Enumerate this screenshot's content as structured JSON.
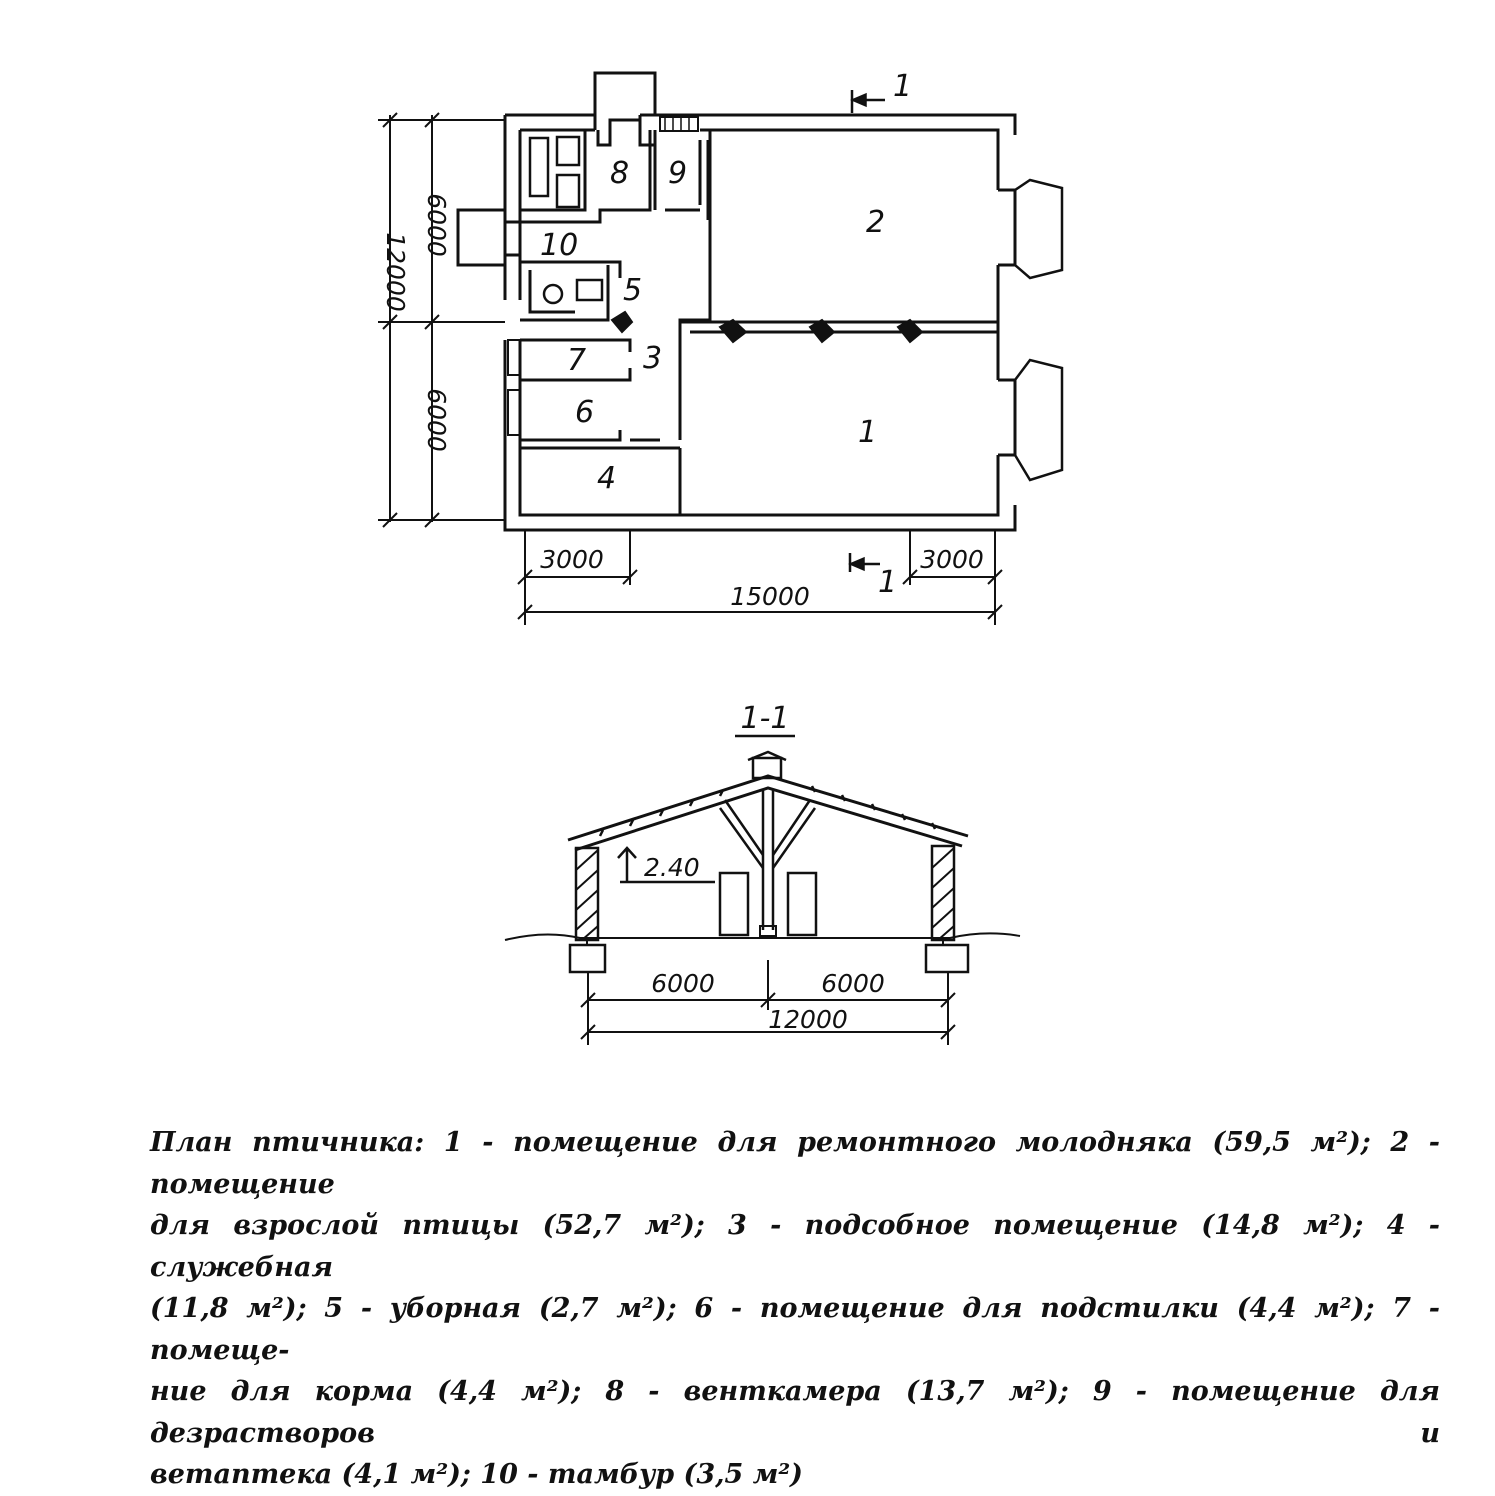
{
  "plan": {
    "dims": {
      "total_height": "12000",
      "upper_half": "6000",
      "lower_half": "6000",
      "total_width": "15000",
      "left_bay": "3000",
      "right_bay": "3000"
    },
    "section_mark": "1",
    "rooms": [
      "1",
      "2",
      "3",
      "4",
      "5",
      "6",
      "7",
      "8",
      "9",
      "10"
    ]
  },
  "section": {
    "title": "1-1",
    "height_mark": "2.40",
    "dims": {
      "left_span": "6000",
      "right_span": "6000",
      "total_span": "12000"
    }
  },
  "caption": {
    "lines": [
      "План птичника: 1 - помещение для ремонтного молодняка (59,5 м²); 2 - помещение",
      "для взрослой птицы (52,7 м²); 3 - подсобное помещение (14,8 м²); 4 - служебная",
      "(11,8 м²); 5 - уборная (2,7 м²); 6 - помещение для подстилки (4,4 м²); 7 - помеще-",
      "ние для корма (4,4 м²); 8 - венткамера (13,7 м²); 9 - помещение для дезрастворов и",
      "ветаптека (4,1 м²); 10 - тамбур (3,5 м²)"
    ]
  }
}
